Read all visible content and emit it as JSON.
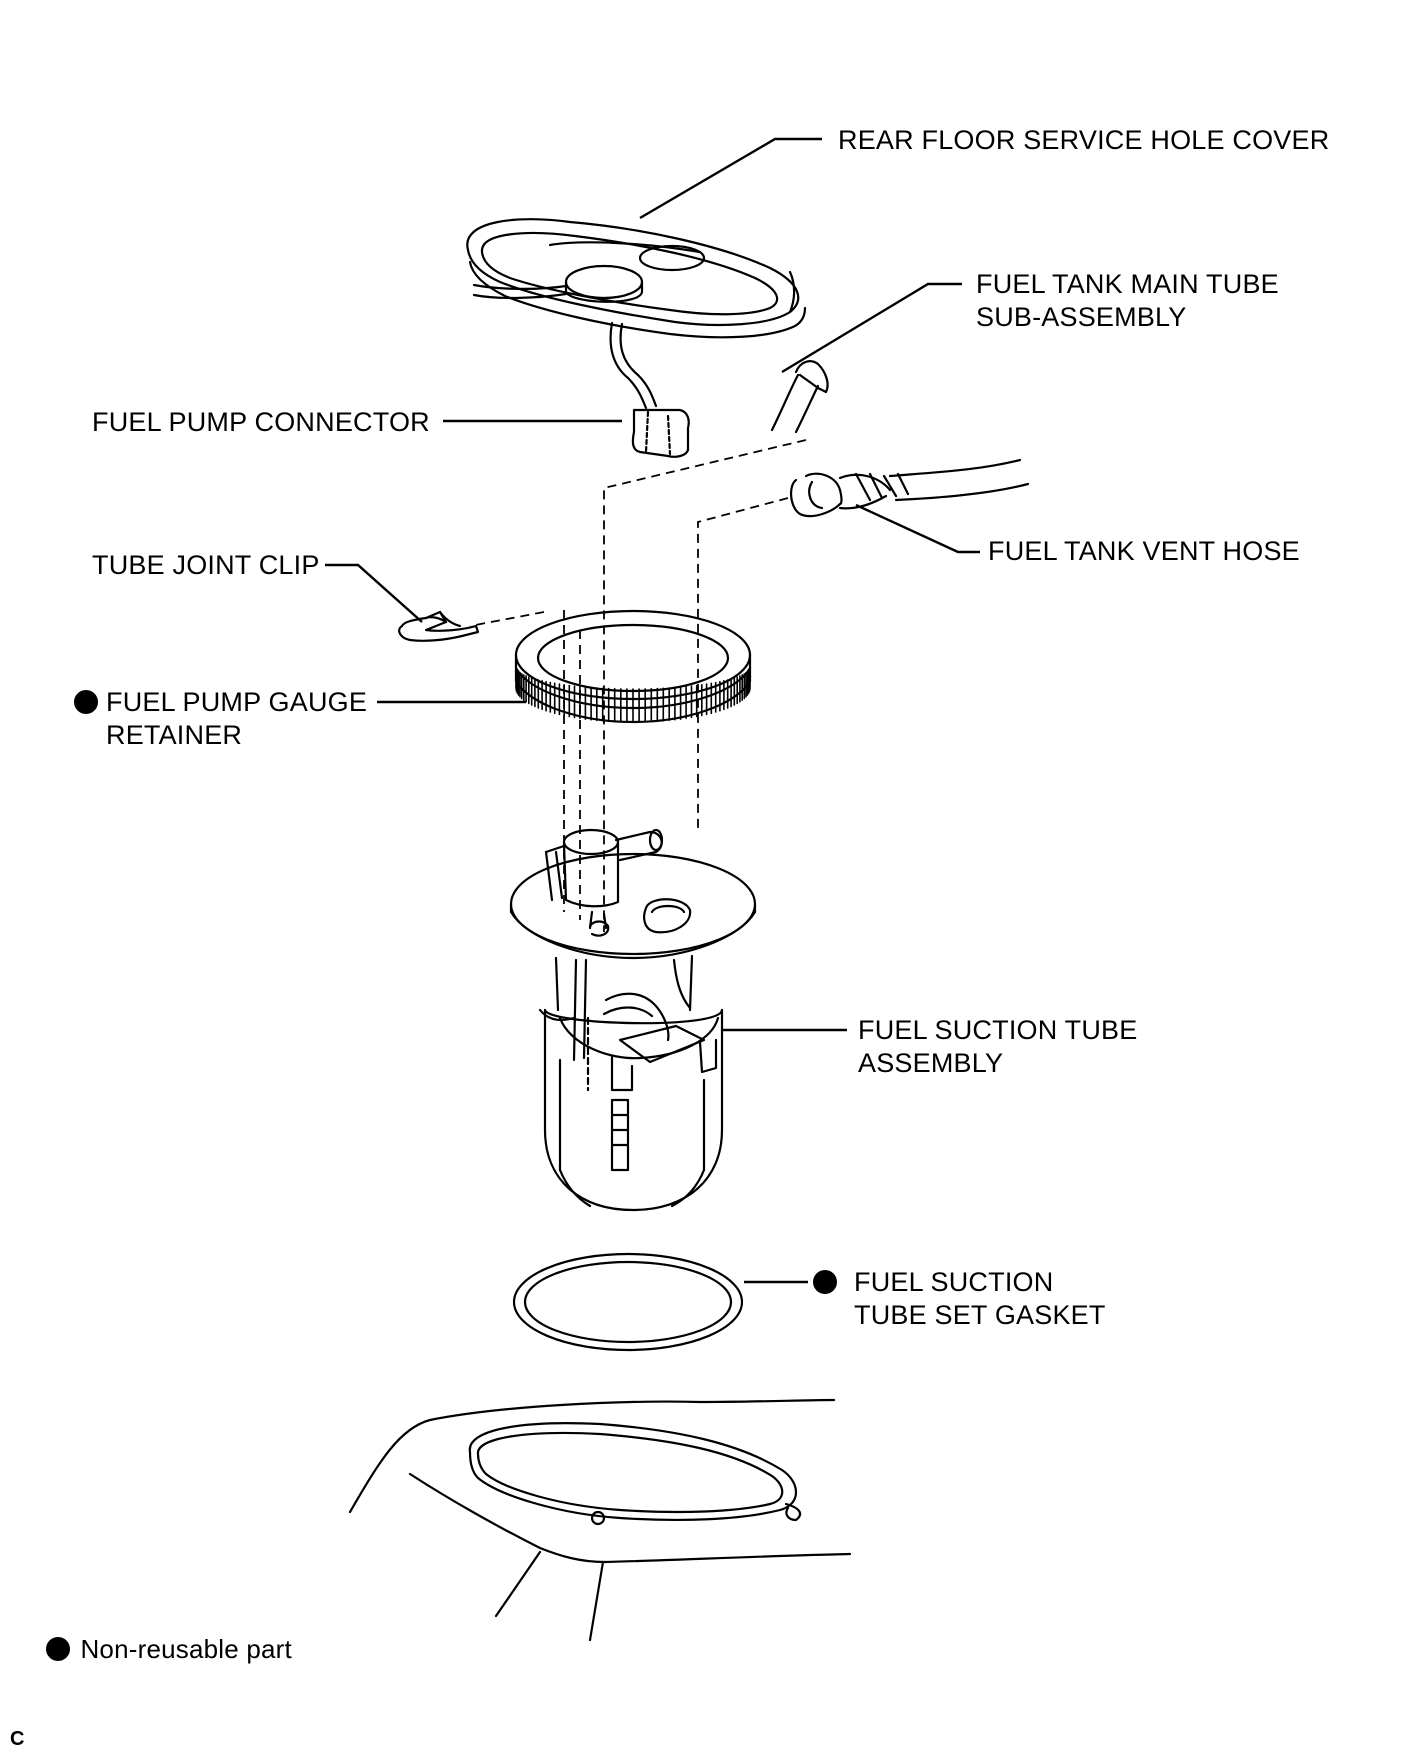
{
  "labels": {
    "rear_floor_cover": "REAR FLOOR SERVICE HOLE COVER",
    "main_tube_line1": "FUEL TANK MAIN TUBE",
    "main_tube_line2": "SUB-ASSEMBLY",
    "pump_connector": "FUEL PUMP CONNECTOR",
    "vent_hose": "FUEL TANK VENT HOSE",
    "tube_joint_clip": "TUBE JOINT CLIP",
    "retainer_line1": "FUEL PUMP GAUGE",
    "retainer_line2": "RETAINER",
    "suction_tube_line1": "FUEL SUCTION TUBE",
    "suction_tube_line2": "ASSEMBLY",
    "gasket_line1": "FUEL SUCTION",
    "gasket_line2": "TUBE SET GASKET"
  },
  "legend": {
    "text": "Non-reusable part"
  },
  "figure_code": "C"
}
